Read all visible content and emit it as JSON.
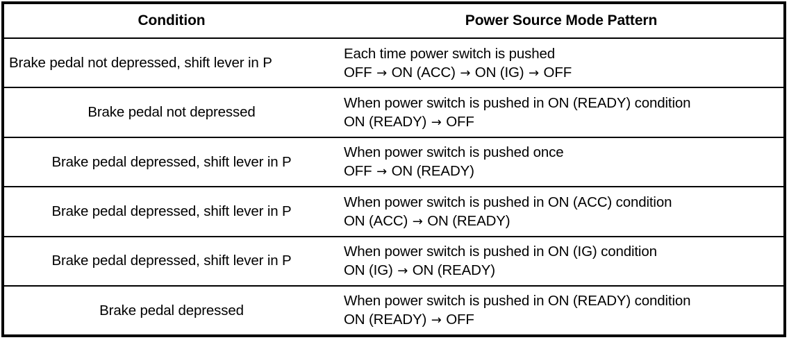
{
  "table": {
    "headers": {
      "condition": "Condition",
      "pattern": "Power Source Mode Pattern"
    },
    "arrow_glyph": "→",
    "rows": [
      {
        "condition": "Brake pedal not depressed, shift lever in P",
        "pattern_line1": "Each time power switch is pushed",
        "pattern_line2_a": "OFF",
        "pattern_line2_b": "ON (ACC)",
        "pattern_line2_c": "ON (IG)",
        "pattern_line2_d": "OFF"
      },
      {
        "condition": "Brake pedal not depressed",
        "pattern_line1": "When power switch is pushed in ON (READY) condition",
        "pattern_line2_a": "ON (READY)",
        "pattern_line2_b": "OFF"
      },
      {
        "condition": "Brake pedal depressed, shift lever in P",
        "pattern_line1": "When power switch is pushed once",
        "pattern_line2_a": "OFF",
        "pattern_line2_b": "ON (READY)"
      },
      {
        "condition": "Brake pedal depressed, shift lever in P",
        "pattern_line1": "When power switch is pushed in ON (ACC) condition",
        "pattern_line2_a": "ON (ACC)",
        "pattern_line2_b": "ON (READY)"
      },
      {
        "condition": "Brake pedal depressed, shift lever in P",
        "pattern_line1": "When power switch is pushed in ON (IG) condition",
        "pattern_line2_a": "ON (IG)",
        "pattern_line2_b": "ON (READY)"
      },
      {
        "condition": "Brake pedal depressed",
        "pattern_line1": "When power switch is pushed in ON (READY) condition",
        "pattern_line2_a": "ON (READY)",
        "pattern_line2_b": "OFF"
      }
    ]
  },
  "colors": {
    "border": "#000000",
    "background": "#ffffff",
    "text": "#000000"
  }
}
